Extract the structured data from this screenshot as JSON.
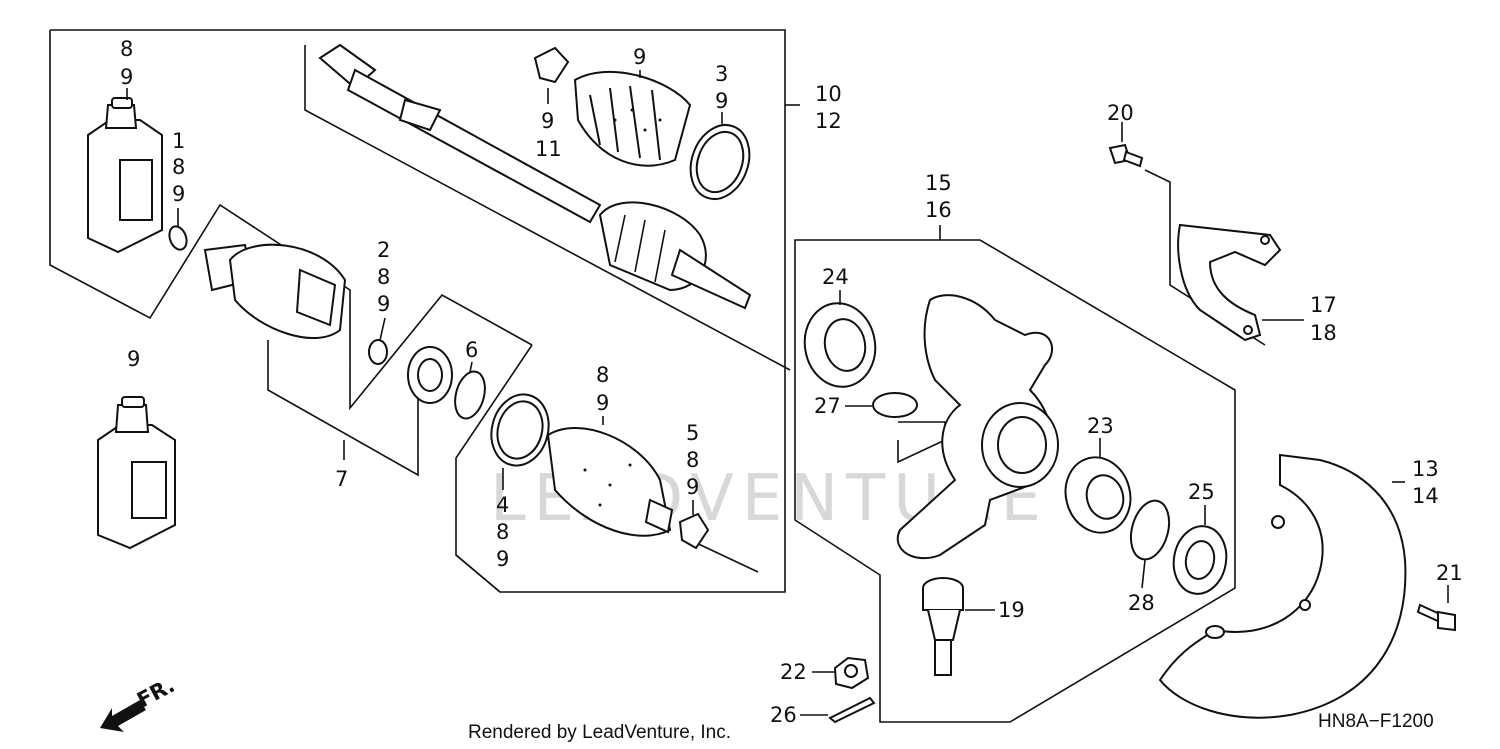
{
  "watermark": "LEADVENTURE",
  "footer": {
    "credit": "Rendered by LeadVenture, Inc.",
    "diagram_code": "HN8A−F1200",
    "front_arrow": "FR."
  },
  "callouts": {
    "c8_9_top": [
      "8",
      "9"
    ],
    "c1_8_9": [
      "1",
      "8",
      "9"
    ],
    "c9_11": [
      "9",
      "11"
    ],
    "c9_top": "9",
    "c3_9": [
      "3",
      "9"
    ],
    "c10_12": [
      "10",
      "12"
    ],
    "c2_8_9": [
      "2",
      "8",
      "9"
    ],
    "c6": "6",
    "c7": "7",
    "c9_bottle": "9",
    "c8_9_boot": [
      "8",
      "9"
    ],
    "c5_8_9": [
      "5",
      "8",
      "9"
    ],
    "c4_8_9": [
      "4",
      "8",
      "9"
    ],
    "c15_16": [
      "15",
      "16"
    ],
    "c24": "24",
    "c27": "27",
    "c20": "20",
    "c17_18": [
      "17",
      "18"
    ],
    "c23": "23",
    "c25": "25",
    "c28": "28",
    "c13_14": [
      "13",
      "14"
    ],
    "c21": "21",
    "c19": "19",
    "c22": "22",
    "c26": "26"
  }
}
